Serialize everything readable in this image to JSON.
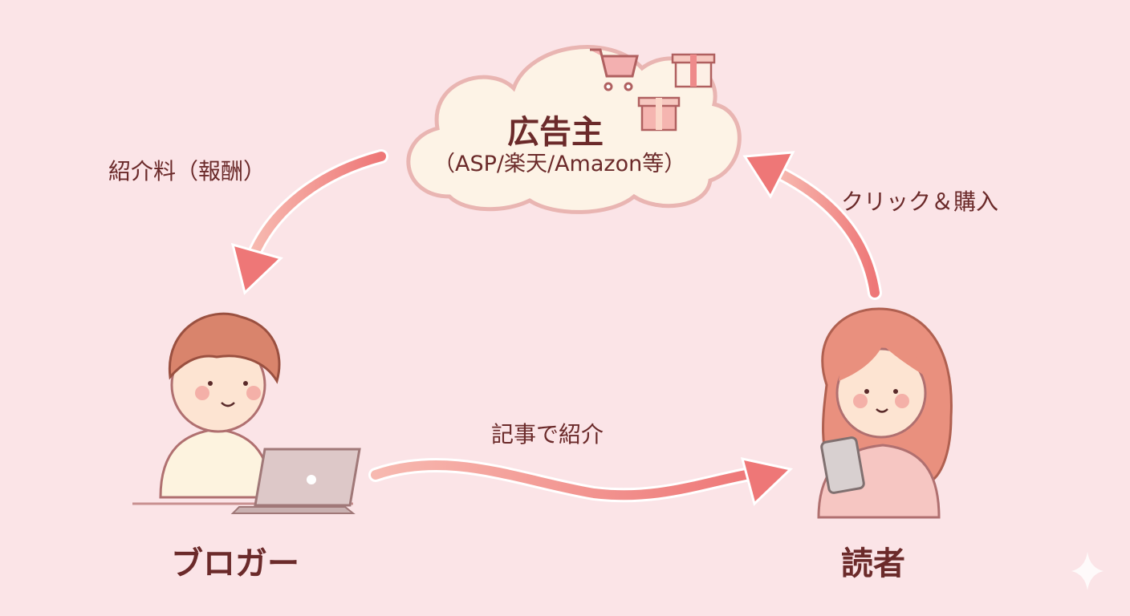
{
  "advertiser": {
    "title": "広告主",
    "subtitle": "（ASP/楽天/Amazon等）"
  },
  "flows": {
    "fee": "紹介料（報酬）",
    "click_buy": "クリック＆購入",
    "introduce": "記事で紹介"
  },
  "actors": {
    "blogger": "ブロガー",
    "reader": "読者"
  },
  "colors": {
    "background": "#fbe4e7",
    "arrow": "#ee7f7f",
    "text": "#6b2a2a",
    "cloud": "#fdf3e6"
  }
}
